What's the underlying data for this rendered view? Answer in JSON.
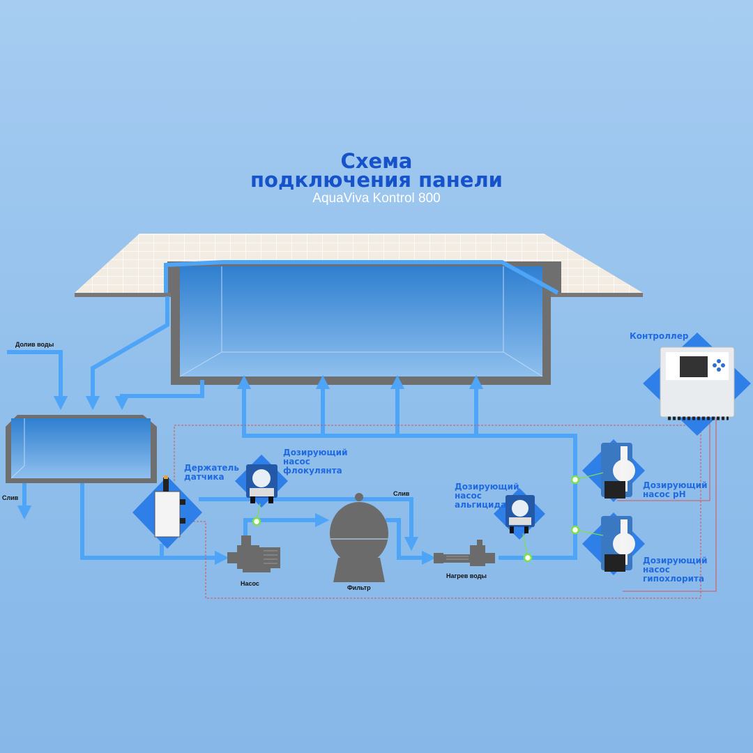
{
  "title": {
    "line1": "Схема",
    "line2": "подключения панели",
    "subtitle": "AquaViva Kontrol 800"
  },
  "labels": {
    "water_refill": "Долив воды",
    "drain_left": "Слив",
    "drain_right": "Слив",
    "sensor_holder": [
      "Держатель",
      "датчика"
    ],
    "flocculant_pump": [
      "Дозирующий",
      "насос",
      "флокулянта"
    ],
    "pump": "Насос",
    "filter": "Фильтр",
    "heater": "Нагрев воды",
    "algicide_pump": [
      "Дозирующий",
      "насос",
      "альгицида"
    ],
    "ph_pump": [
      "Дозирующий",
      "насос pH"
    ],
    "hypochlorite_pump": [
      "Дозирующий",
      "насос",
      "гипохлорита"
    ],
    "controller": "Контроллер"
  },
  "colors": {
    "pipe": "#4ea4f6",
    "title": "#1652c9",
    "label": "#1f6ae0",
    "signal": "#d9534f",
    "node": "#7be04a"
  }
}
